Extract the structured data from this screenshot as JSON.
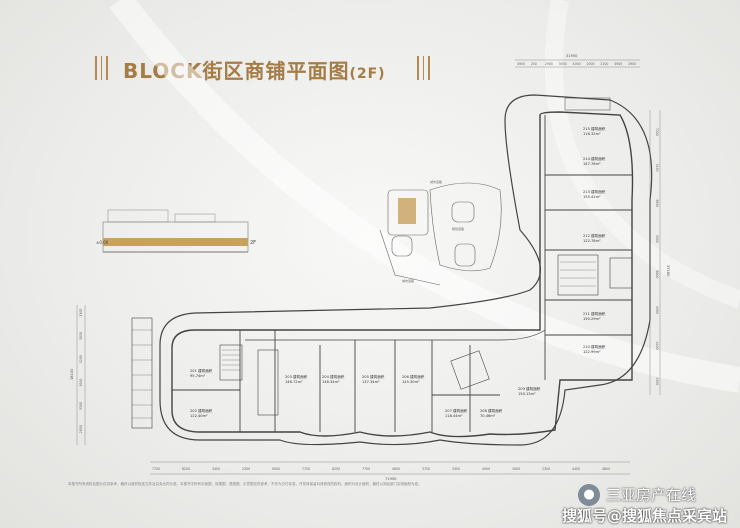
{
  "title": {
    "main": "BLOCK街区商铺平面图",
    "suffix": "(2F)"
  },
  "elevation": {
    "level_label": "2F",
    "ground_label": "±0.00"
  },
  "dimensions": {
    "top_total": "31950",
    "top_segments": [
      "4900",
      "250",
      "2900",
      "3000",
      "4000",
      "2000",
      "2100",
      "4900",
      "2900"
    ],
    "right_total": "37180",
    "right_segments": [
      "7200",
      "3150",
      "3850",
      "3900",
      "6800",
      "4300",
      "4200",
      "3300"
    ],
    "left_total": "18100",
    "left_segments": [
      "3300",
      "3050",
      "3200",
      "3000",
      "3300",
      "2850"
    ],
    "bottom_total": "71950",
    "bottom_segments": [
      "7700",
      "8200",
      "3400",
      "2300",
      "9000",
      "7750",
      "6250",
      "7700",
      "4600",
      "3750",
      "3300",
      "4900",
      "3000",
      "2300",
      "4450",
      "4800"
    ]
  },
  "units": [
    {
      "id": "201",
      "type": "建筑面积",
      "area": "95.74m²"
    },
    {
      "id": "202",
      "type": "建筑面积",
      "area": "122.40m²"
    },
    {
      "id": "203",
      "type": "建筑面积",
      "area": "146.72m²"
    },
    {
      "id": "204",
      "type": "建筑面积",
      "area": "148.34m²"
    },
    {
      "id": "205",
      "type": "建筑面积",
      "area": "137.34m²"
    },
    {
      "id": "206",
      "type": "建筑面积",
      "area": "145.30m²"
    },
    {
      "id": "207",
      "type": "建筑面积",
      "area": "118.44m²"
    },
    {
      "id": "208",
      "type": "建筑面积",
      "area": "70.46m²"
    },
    {
      "id": "209",
      "type": "建筑面积",
      "area": "150.13m²"
    },
    {
      "id": "210",
      "type": "建筑面积",
      "area": "122.99m²"
    },
    {
      "id": "211",
      "type": "建筑面积",
      "area": "150.29m²"
    },
    {
      "id": "212",
      "type": "建筑面积",
      "area": "122.78m²"
    },
    {
      "id": "213",
      "type": "建筑面积",
      "area": "155.41m²"
    },
    {
      "id": "214",
      "type": "建筑面积",
      "area": "147.76m²"
    },
    {
      "id": "215",
      "type": "建筑面积",
      "area": "116.32m²"
    }
  ],
  "site_plan": {
    "road_label_1": "城市道路",
    "road_label_2": "规划道路",
    "road_label_3": "城市道路"
  },
  "footnote": "本楼书所有资料及图片仅供参考，最终以政府批准文件及买卖合同为准。本楼书中所有平面图、效果图、透视图、示意图仅供参考，不作为交付标准，开发商保留对其修改的权利。面积为设计面积，最终以测绘部门实测面积为准。",
  "watermark": {
    "account": "三亚房产在线",
    "platform": "搜狐号@搜狐焦点采宾站",
    "icon": "wechat-icon"
  },
  "colors": {
    "title": "#a57c45",
    "lines": "#555555",
    "accent_gold": "#c9a15e"
  }
}
